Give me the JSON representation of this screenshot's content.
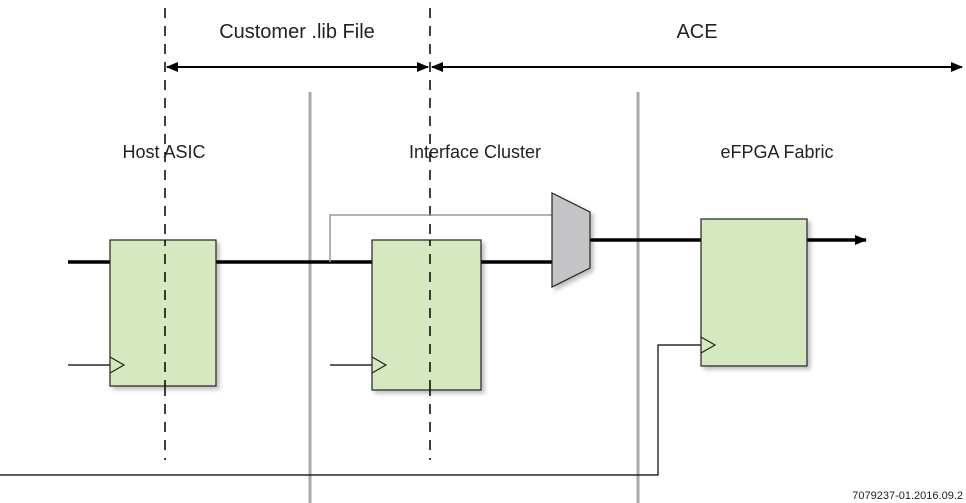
{
  "labels": {
    "customer_lib": "Customer .lib File",
    "ace": "ACE",
    "host_asic": "Host ASIC",
    "interface_cluster": "Interface Cluster",
    "efpga_fabric": "eFPGA Fabric",
    "figure_id": "7079237-01.2016.09.2"
  },
  "colors": {
    "register_fill": "#d6e8bf",
    "register_stroke": "#222222",
    "mux_fill": "#c4c4c6",
    "divider": "#a9a9a9",
    "wire": "#000000",
    "thin_wire": "#999999"
  }
}
